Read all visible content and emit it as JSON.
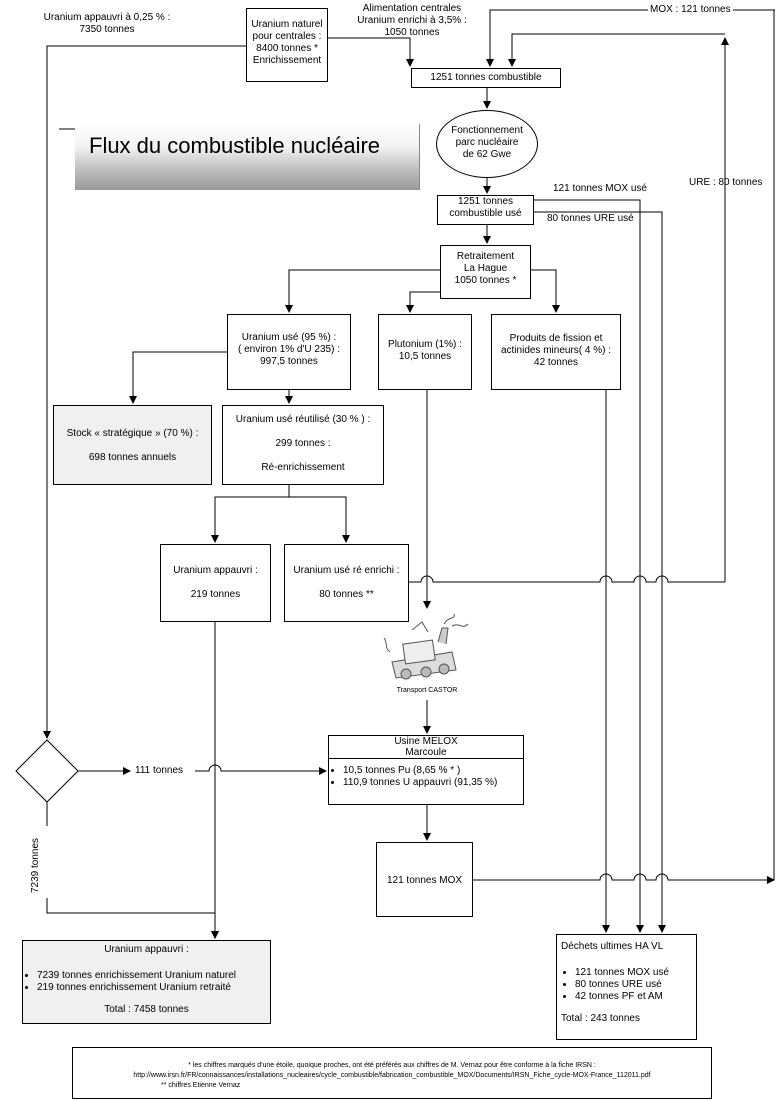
{
  "title": "Flux du combustible nucléaire",
  "top": {
    "depleted_left": "Uranium appauvri à 0,25 % :\n7350 tonnes",
    "natural_box": "Uranium naturel\npour centrales :\n8400 tonnes *\nEnrichissement",
    "enriched_feed": "Alimentation centrales\nUranium enrichi à 3,5% :\n1050 tonnes",
    "mox_top": "MOX : 121 tonnes",
    "fuel_box": "1251 tonnes combustible"
  },
  "plant": "Fonctionnement\nparc nucléaire\nde 62 Gwe",
  "ure_right": "URE : 80 tonnes",
  "used_fuel_box": "1251 tonnes\ncombustible usé",
  "mox_used_label": "121 tonnes MOX usé",
  "ure_used_label": "80 tonnes URE usé",
  "reprocessing_box": "Retraitement\nLa Hague\n1050 tonnes *",
  "used_uranium_box": "Uranium usé (95 %) :\n( environ 1% d'U 235) :\n997,5 tonnes",
  "plutonium_box": "Plutonium (1%) :\n10,5 tonnes",
  "fission_box": "Produits de fission et\nactinides mineurs( 4 %) :\n42 tonnes",
  "stock_box": "Stock « stratégique » (70 %) :\n\n698 tonnes annuels",
  "reused_box": "Uranium usé réutilisé (30 % ) :\n\n299 tonnes :\n\nRé-enrichissement",
  "depleted_mid_box": "Uranium appauvri :\n\n219 tonnes",
  "reenriched_box": "Uranium usé  ré enrichi :\n\n80 tonnes **",
  "transport_label": "Transport CASTOR",
  "melox": {
    "header": "Usine MELOX\nMarcoule",
    "items": [
      "10,5 tonnes Pu (8,65 % * )",
      "110,9 tonnes U appauvri (91,35 %)"
    ]
  },
  "label_111": "111 tonnes",
  "label_7239": "7239 tonnes",
  "mox_box": "121 tonnes MOX",
  "depleted_final": {
    "title": "Uranium appauvri :",
    "items": [
      "7239 tonnes enrichissement Uranium naturel",
      "219 tonnes enrichissement Uranium retraité"
    ],
    "total": "Total : 7458 tonnes"
  },
  "waste": {
    "title": "Déchets ultimes HA VL",
    "items": [
      "121 tonnes MOX usé",
      "80 tonnes URE usé",
      "42 tonnes PF et AM"
    ],
    "total": "Total : 243 tonnes"
  },
  "footnote": {
    "line1": "* les chiffres marqués d'une étoile, quoique proches, ont été préférés aux chiffres de M. Vernaz pour être conforme à la fiche IRSN :",
    "line2": "http://www.irsn.fr/FR/connaissances/installations_nucleaires/cycle_combustible/fabrication_combustible_MOX/Documents/IRSN_Fiche_cycle-MOX-France_112011.pdf",
    "line3": "** chiffres Etienne Vernaz"
  }
}
